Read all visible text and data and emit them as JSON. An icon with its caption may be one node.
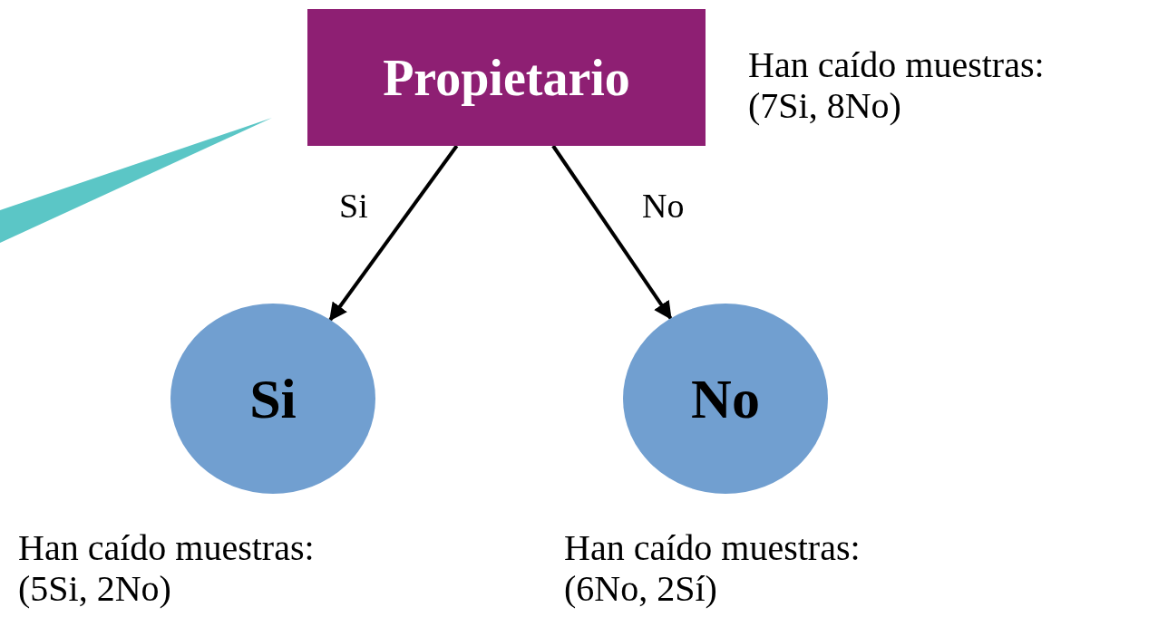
{
  "diagram": {
    "nodes": [
      {
        "text": [
          "Propietario"
        ],
        "beside": [
          "Han caído muestras: (7Si, 8No)"
        ]
      },
      {
        "text": [
          "Si"
        ],
        "beside": [
          "Han caído muestras: (5Si, 2No)"
        ]
      },
      {
        "text": [
          "No"
        ],
        "beside": [
          "Han caído muestras: (6No, 2Sí)"
        ]
      }
    ],
    "edges": [
      {
        "from": 0,
        "to": 1,
        "arrow": "to",
        "label": "Si"
      },
      {
        "from": 0,
        "to": 2,
        "arrow": "to",
        "label": "No"
      }
    ]
  }
}
